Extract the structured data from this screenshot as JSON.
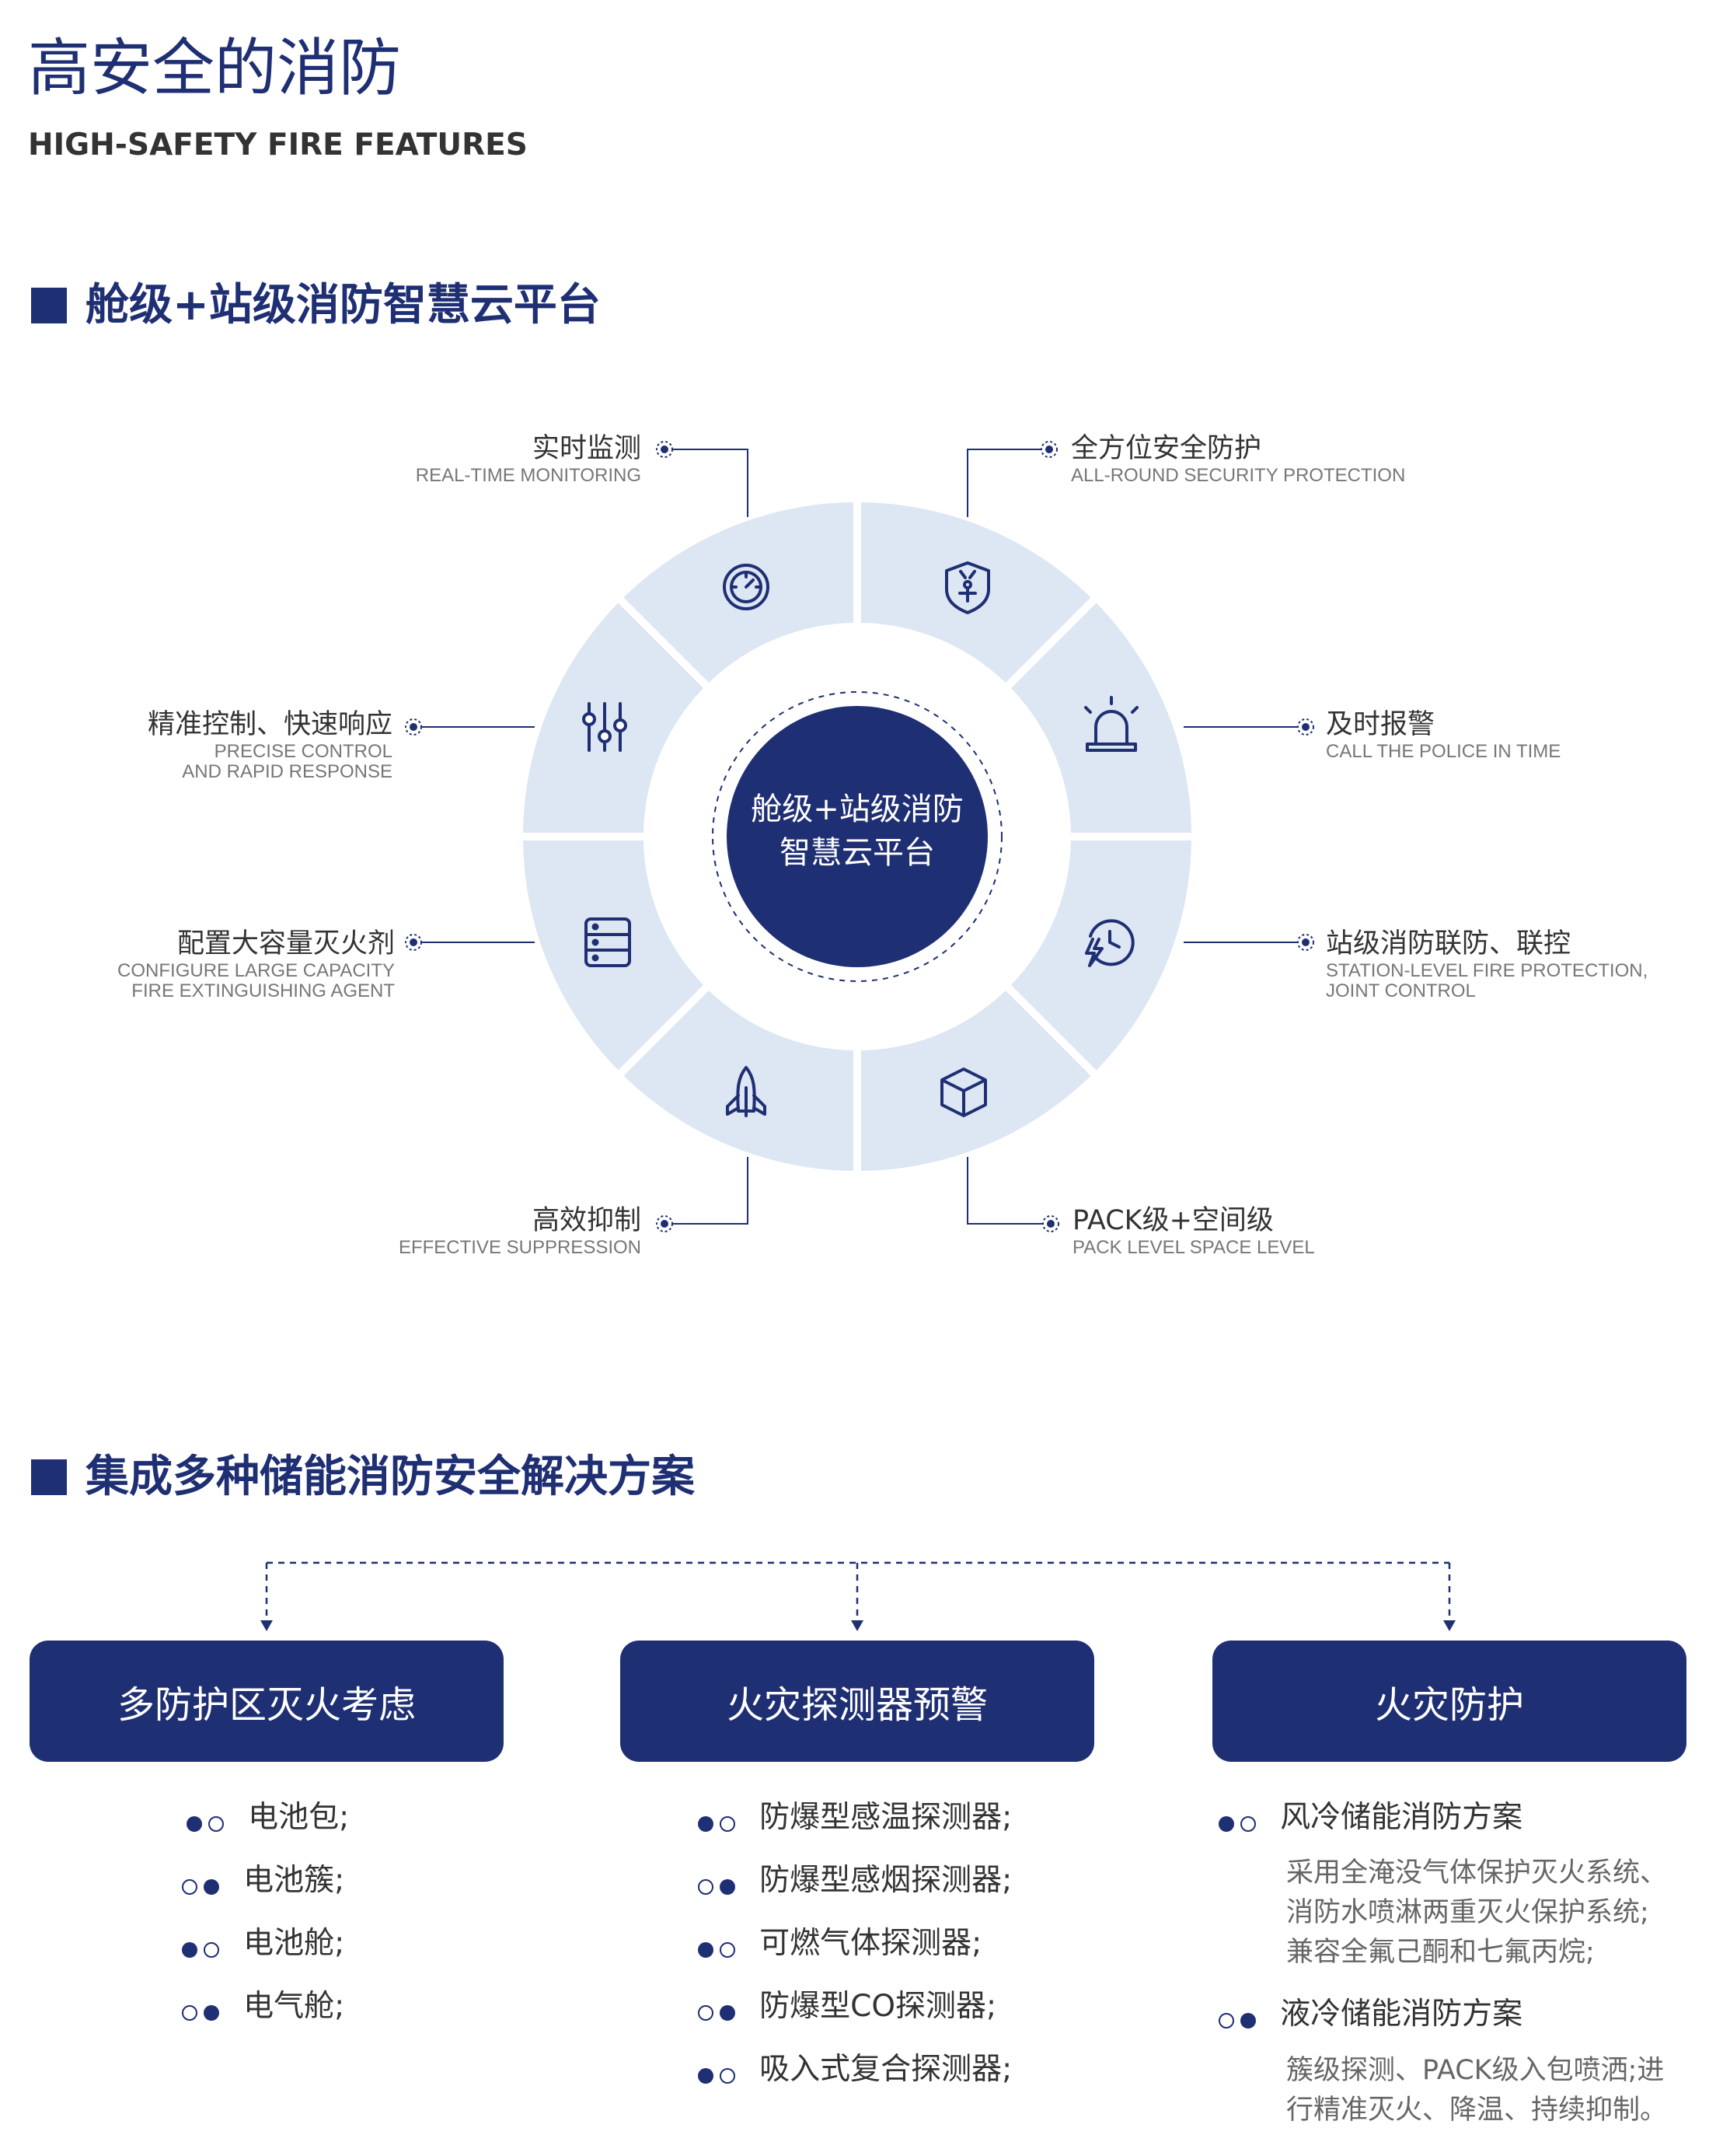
{
  "header": {
    "title_cn": "高安全的消防",
    "title_en": "HIGH-SAFETY FIRE FEATURES"
  },
  "section1": {
    "title": "舱级+站级消防智慧云平台",
    "center_line1": "舱级+站级消防",
    "center_line2": "智慧云平台",
    "features": [
      {
        "cn": "实时监测",
        "en": [
          "REAL-TIME MONITORING"
        ],
        "icon": "gauge-icon"
      },
      {
        "cn": "全方位安全防护",
        "en": [
          "ALL-ROUND SECURITY PROTECTION"
        ],
        "icon": "shield-icon"
      },
      {
        "cn": "及时报警",
        "en": [
          "CALL THE POLICE IN TIME"
        ],
        "icon": "alarm-icon"
      },
      {
        "cn": "站级消防联防、联控",
        "en": [
          "STATION-LEVEL FIRE PROTECTION,",
          "JOINT CONTROL"
        ],
        "icon": "clock-bolt-icon"
      },
      {
        "cn": "PACK级+空间级",
        "en": [
          "PACK LEVEL SPACE LEVEL"
        ],
        "icon": "cube-icon"
      },
      {
        "cn": "高效抑制",
        "en": [
          "EFFECTIVE SUPPRESSION"
        ],
        "icon": "rocket-icon"
      },
      {
        "cn": "配置大容量灭火剂",
        "en": [
          "CONFIGURE LARGE CAPACITY",
          "FIRE EXTINGUISHING AGENT"
        ],
        "icon": "server-icon"
      },
      {
        "cn": "精准控制、快速响应",
        "en": [
          "PRECISE CONTROL",
          "AND RAPID RESPONSE"
        ],
        "icon": "sliders-icon"
      }
    ]
  },
  "section2": {
    "title": "集成多种储能消防安全解决方案",
    "columns": [
      {
        "title": "多防护区灭火考虑",
        "items": [
          "电池包;",
          "电池簇;",
          "电池舱;",
          "电气舱;"
        ]
      },
      {
        "title": "火灾探测器预警",
        "items": [
          "防爆型感温探测器;",
          "防爆型感烟探测器;",
          "可燃气体探测器;",
          "防爆型CO探测器;",
          "吸入式复合探测器;"
        ]
      },
      {
        "title": "火灾防护",
        "items": [
          {
            "title": "风冷储能消防方案",
            "desc": [
              "采用全淹没气体保护灭火系统、",
              "消防水喷淋两重灭火保护系统;",
              "兼容全氟己酮和七氟丙烷;"
            ]
          },
          {
            "title": "液冷储能消防方案",
            "desc": [
              "簇级探测、PACK级入包喷洒;进",
              "行精准灭火、降温、持续抑制。"
            ]
          }
        ]
      }
    ]
  },
  "colors": {
    "navy": "#1f2f73",
    "segment": "#dde6f3",
    "text": "#333333"
  }
}
